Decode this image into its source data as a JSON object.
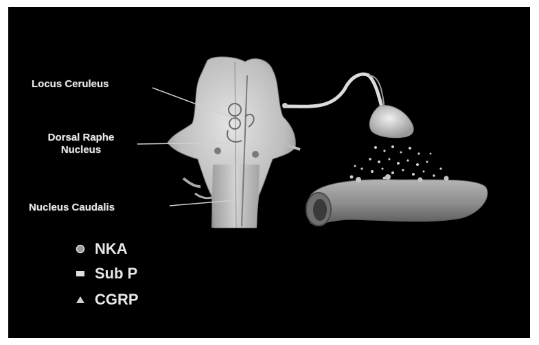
{
  "labels": {
    "locus_ceruleus": "Locus Ceruleus",
    "dorsal_raphe_line1": "Dorsal Raphe",
    "dorsal_raphe_line2": "Nucleus",
    "nucleus_caudalis": "Nucleus Caudalis"
  },
  "legend": [
    {
      "label": "NKA",
      "marker": "circle-marker"
    },
    {
      "label": "Sub P",
      "marker": "square-marker"
    },
    {
      "label": "CGRP",
      "marker": "triangle-marker"
    }
  ],
  "colors": {
    "background": "#000000",
    "tissue": "#cfcfcf",
    "vessel": "#8a8a8a",
    "label_text": "#e6e6e6"
  }
}
